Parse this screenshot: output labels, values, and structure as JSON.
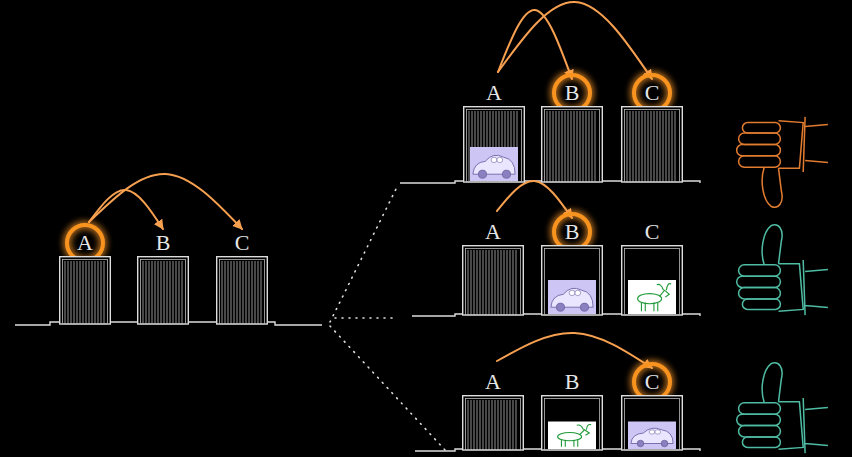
{
  "diagram": {
    "nodes": [
      {
        "text": [
          "A"
        ]
      },
      {
        "text": [
          "B"
        ]
      },
      {
        "text": [
          "C"
        ]
      },
      {
        "text": [
          "A"
        ]
      },
      {
        "text": [
          "B"
        ]
      },
      {
        "text": [
          "C"
        ]
      },
      {
        "text": [
          "A"
        ]
      },
      {
        "text": [
          "B"
        ]
      },
      {
        "text": [
          "C"
        ]
      },
      {
        "text": [
          "A"
        ]
      },
      {
        "text": [
          "B"
        ]
      },
      {
        "text": [
          "C"
        ]
      }
    ],
    "edges": [
      {
        "from": 0,
        "to": 1,
        "arrow": "to"
      },
      {
        "from": 0,
        "to": 2,
        "arrow": "to"
      },
      {
        "from": 3,
        "to": 4,
        "arrow": "to"
      },
      {
        "from": 3,
        "to": 5,
        "arrow": "to"
      },
      {
        "from": 6,
        "to": 7,
        "arrow": "to"
      },
      {
        "from": 9,
        "to": 11,
        "arrow": "to"
      }
    ]
  }
}
